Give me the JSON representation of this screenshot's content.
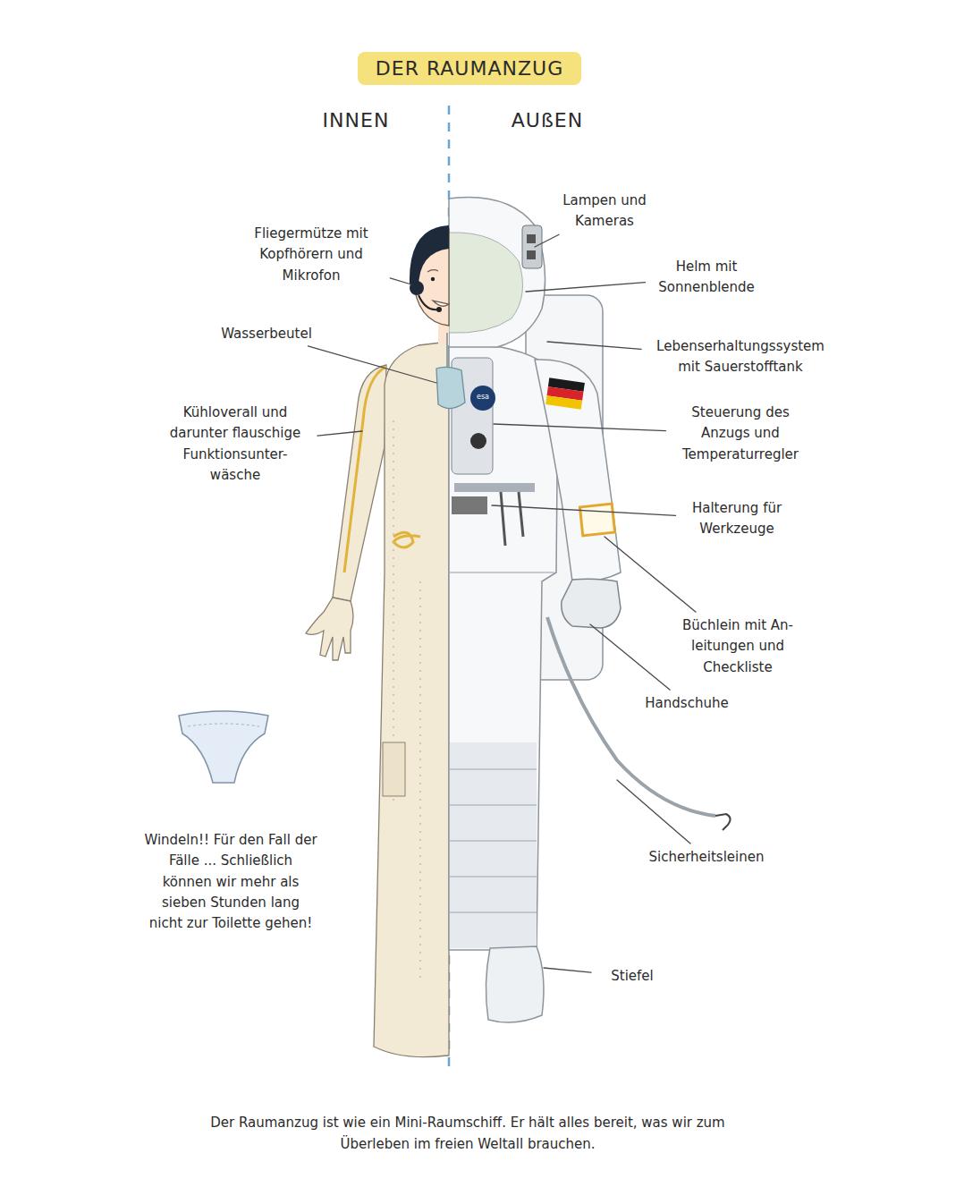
{
  "diagram": {
    "title": "DER RAUMANZUG",
    "caption": "Der Raumanzug ist wie ein Mini-Raumschiff. Er hält alles bereit, was wir zum Überleben im freien Weltall brauchen.",
    "labels": [
      "INNEN",
      "AUßEN",
      "Lampen und Kameras",
      "Fliegermütze mit Kopfhörern und Mikrofon",
      "Helm mit Sonnenblende",
      "Wasserbeutel",
      "Lebenserhaltungssystem mit Sauerstofftank",
      "Kühloverall und darunter flauschige Funktionsunter- wäsche",
      "esa",
      "Steuerung des Anzugs und Temperaturregler",
      "Halterung für Werkzeuge",
      "Büchlein mit An- leitungen und Checkliste",
      "Handschuhe",
      "Windeln!! Für den Fall der Fälle ... Schließlich können wir mehr als sieben Stunden lang nicht zur Toilette gehen!",
      "Sicherheitsleinen",
      "Stiefel"
    ]
  }
}
